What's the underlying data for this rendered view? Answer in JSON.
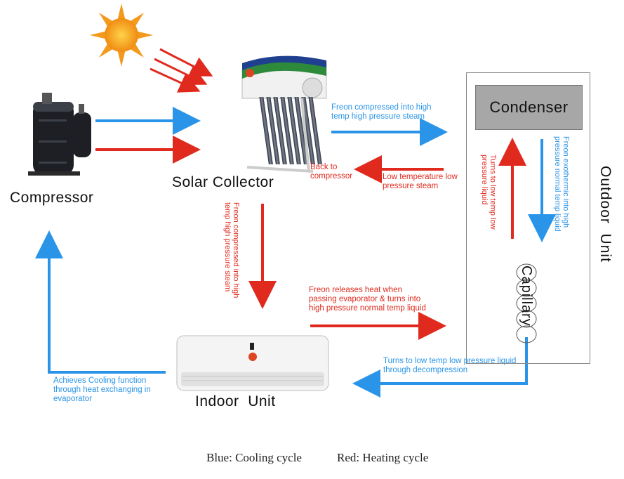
{
  "nodes": {
    "compressor": "Compressor",
    "solar_collector": "Solar Collector",
    "indoor_unit": "Indoor  Unit",
    "condenser": "Condenser",
    "capillary": "Capillary",
    "outdoor_unit": "Outdoor  Unit"
  },
  "annotations": {
    "freon_compressed_right": "Freon compressed into high temp high pressure steam",
    "back_to_compressor": "Back to compressor",
    "low_temp_steam": "Low temperature low pressure steam",
    "freon_compressed_down": "Freon compressed into high temp high pressure steam",
    "freon_releases_heat": "Freon releases heat when passing evaporator & turns into high pressure normal temp liquid",
    "turns_low_temp_liquid_decomp": "Turns to low temp low pressure liquid through decompression",
    "achieves_cooling": "Achieves Cooling function through heat exchanging in evaporator",
    "freon_exothermic": "Freon exothermic into high pressure normal temp liquid",
    "turns_low_temp_liquid": "Turns to low temp low pressure liquid"
  },
  "legend": {
    "blue": "Blue: Cooling cycle",
    "red": "Red: Heating cycle"
  },
  "colors": {
    "cooling": "#2a95e8",
    "heating": "#e02a1e",
    "condenser_fill": "#a7a7a7",
    "sun": "#f5a623"
  }
}
